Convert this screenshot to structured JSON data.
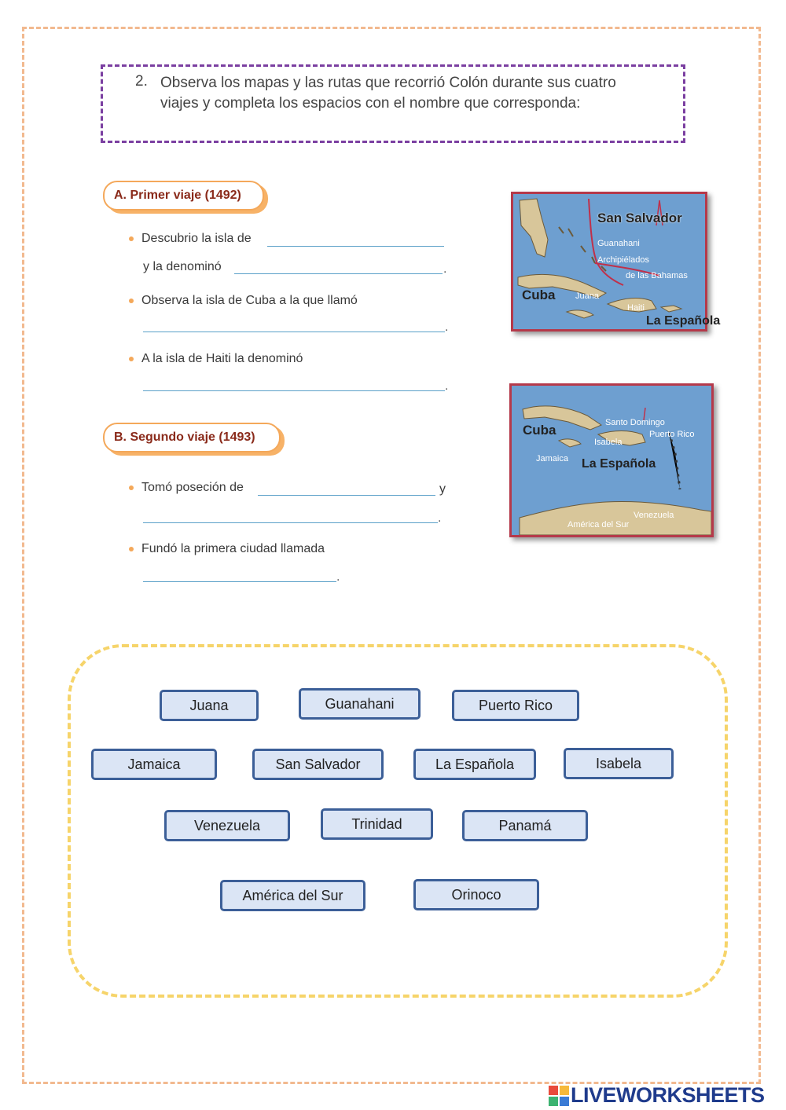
{
  "instruction": {
    "number": "2.",
    "text": "Observa los mapas y las rutas que recorrió Colón durante sus cuatro viajes y completa los espacios con el nombre que corresponda:"
  },
  "section_a": {
    "title": "A. Primer viaje (1492)",
    "items": [
      {
        "prefix": "Descubrio la isla de",
        "continuation": "y la denominó"
      },
      {
        "prefix": "Observa la isla de Cuba a la que llamó"
      },
      {
        "prefix": "A la isla de Haiti la denominó"
      }
    ]
  },
  "section_b": {
    "title": "B. Segundo viaje (1493)",
    "items": [
      {
        "prefix": "Tomó poseción de",
        "suffix": "y"
      },
      {
        "prefix": "Fundó la primera ciudad llamada"
      }
    ]
  },
  "map1": {
    "labels": {
      "san_salvador": "San Salvador",
      "guanahani": "Guanahani",
      "archipielados": "Archipiélados",
      "bahamas": "de las Bahamas",
      "cuba": "Cuba",
      "juana": "Juana",
      "haiti": "Haiti",
      "espanola": "La Española"
    }
  },
  "map2": {
    "labels": {
      "santo_domingo": "Santo Domingo",
      "puerto_rico": "Puerto Rico",
      "cuba": "Cuba",
      "isabela": "Isabela",
      "jamaica": "Jamaica",
      "espanola": "La Española",
      "venezuela": "Venezuela",
      "america_sur": "América del Sur"
    }
  },
  "word_bank": [
    "Juana",
    "Guanahani",
    "Puerto Rico",
    "Jamaica",
    "San Salvador",
    "La Española",
    "Isabela",
    "Venezuela",
    "Trinidad",
    "Panamá",
    "América del Sur",
    "Orinoco"
  ],
  "footer": {
    "brand": "LIVEWORKSHEETS"
  },
  "colors": {
    "frame": "#f2b98f",
    "instruction_border": "#7b3fa1",
    "bank_border": "#f6d46a",
    "chip_border": "#3c5f98",
    "chip_fill": "#dbe5f5",
    "map_water": "#6e9fd0",
    "map_border": "#b5394a"
  }
}
